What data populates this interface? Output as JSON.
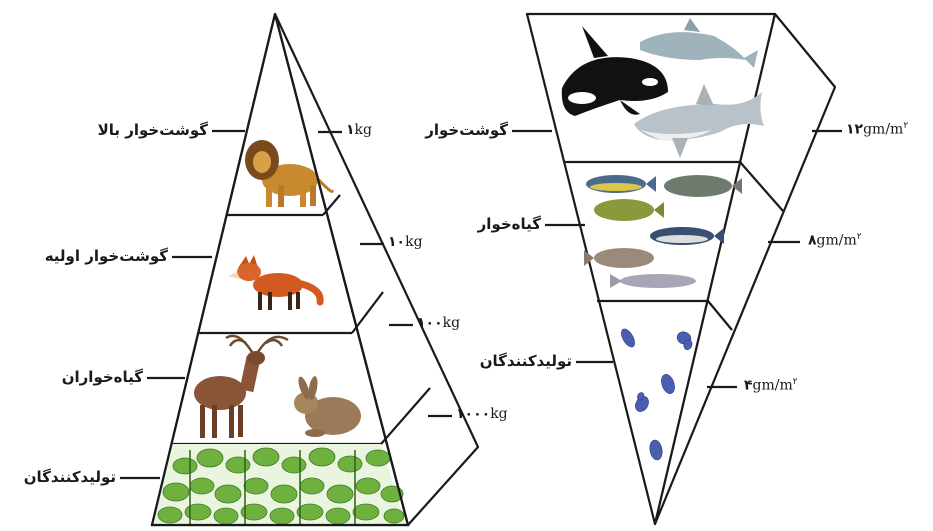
{
  "land_pyramid": {
    "levels": [
      {
        "label": "گوشت‌خوار بالا",
        "mass_num": "۱",
        "mass_unit": "kg"
      },
      {
        "label": "گوشت‌خوار اولیه",
        "mass_num": "۱۰",
        "mass_unit": "kg"
      },
      {
        "label": "گیاه‌خواران",
        "mass_num": "۱۰۰",
        "mass_unit": "kg"
      },
      {
        "label": "تولیدکنندگان",
        "mass_num": "۱۰۰۰",
        "mass_unit": "kg"
      }
    ],
    "icons": [
      "lion-icon",
      "fox-icon",
      "deer-icon",
      "rabbit-icon",
      "plants-icon"
    ]
  },
  "ocean_pyramid": {
    "levels": [
      {
        "label": "گوشت‌خوار",
        "mass_num": "۱۲",
        "mass_unit": "gm/m",
        "mass_sup": "۲"
      },
      {
        "label": "گیاه‌خوار",
        "mass_num": "۸",
        "mass_unit": "gm/m",
        "mass_sup": "۲"
      },
      {
        "label": "تولیدکنندگان",
        "mass_num": "۴",
        "mass_unit": "gm/m",
        "mass_sup": "۲"
      }
    ],
    "icons": [
      "orca-icon",
      "dolphin-icon",
      "shark-icon",
      "fish-icon",
      "phytoplankton-icon"
    ]
  },
  "colors": {
    "line": "#1a1a1a",
    "plant": "#6fb13f",
    "plankton": "#4a5fb0"
  }
}
